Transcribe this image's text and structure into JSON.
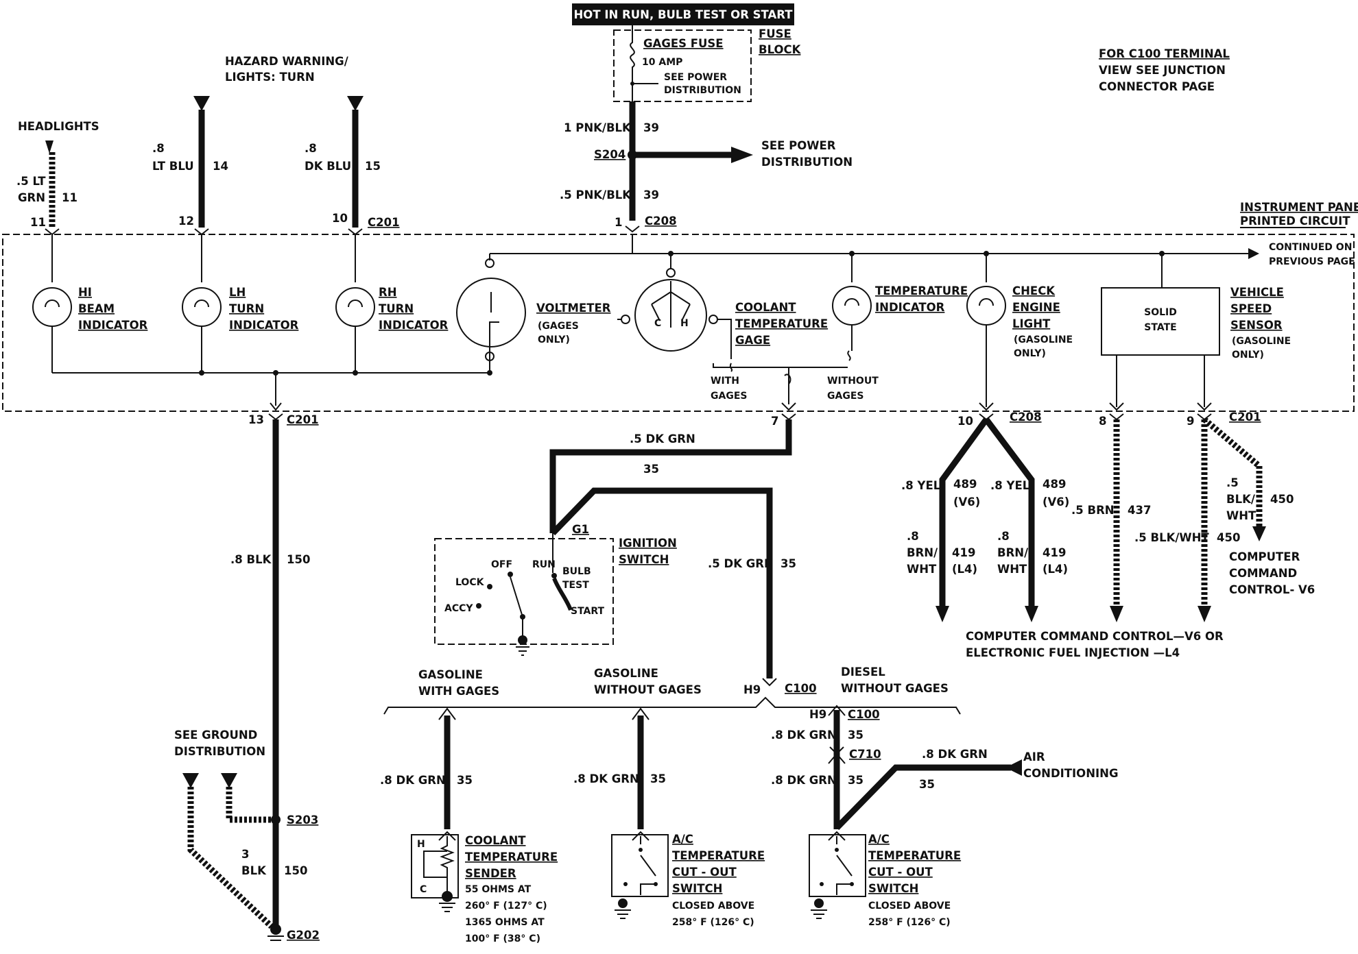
{
  "top": {
    "source_box": "HOT IN RUN, BULB TEST OR START",
    "fuse_name": "GAGES FUSE",
    "fuse_amp": "10 AMP",
    "fuse_note_1": "SEE POWER",
    "fuse_note_2": "DISTRIBUTION",
    "fuse_block_1": "FUSE",
    "fuse_block_2": "BLOCK",
    "c100_note_1": "FOR C100 TERMINAL",
    "c100_note_2": "VIEW SEE JUNCTION",
    "c100_note_3": "CONNECTOR PAGE"
  },
  "feed": {
    "wire1": "1 PNK/BLK",
    "wire1_circ": "39",
    "splice": "S204",
    "power_dist_1": "SEE POWER",
    "power_dist_2": "DISTRIBUTION",
    "wire2": ".5 PNK/BLK",
    "wire2_circ": "39",
    "pin": "1",
    "conn": "C208"
  },
  "inputs": {
    "headlights": {
      "title": "HEADLIGHTS",
      "wire_1": ".5 LT",
      "wire_2": "GRN",
      "circ": "11",
      "pin": "11"
    },
    "hazard_1": "HAZARD WARNING/",
    "hazard_2": "LIGHTS: TURN",
    "lt_blu": {
      "gauge": ".8",
      "color": "LT BLU",
      "circ": "14",
      "pin": "12"
    },
    "dk_blu": {
      "gauge": ".8",
      "color": "DK BLU",
      "circ": "15",
      "pin": "10",
      "conn": "C201"
    }
  },
  "panel": {
    "title_1": "INSTRUMENT PANEL",
    "title_2": "PRINTED CIRCUIT",
    "continued_1": "CONTINUED ON",
    "continued_2": "PREVIOUS PAGE",
    "hi_beam": [
      "HI",
      "BEAM",
      "INDICATOR"
    ],
    "lh_turn": [
      "LH",
      "TURN",
      "INDICATOR"
    ],
    "rh_turn": [
      "RH",
      "TURN",
      "INDICATOR"
    ],
    "voltmeter": "VOLTMETER",
    "voltmeter_note_1": "(GAGES",
    "voltmeter_note_2": "ONLY)",
    "coolant_gage": [
      "COOLANT",
      "TEMPERATURE",
      "GAGE"
    ],
    "gage_c": "C",
    "gage_h": "H",
    "temp_ind_1": "TEMPERATURE",
    "temp_ind_2": "INDICATOR",
    "check_engine": [
      "CHECK",
      "ENGINE",
      "LIGHT"
    ],
    "check_note_1": "(GASOLINE",
    "check_note_2": "ONLY)",
    "solid_1": "SOLID",
    "solid_2": "STATE",
    "vss": [
      "VEHICLE",
      "SPEED",
      "SENSOR"
    ],
    "vss_note_1": "(GASOLINE",
    "vss_note_2": "ONLY)",
    "with_gages_1": "WITH",
    "with_gages_2": "GAGES",
    "without_gages_1": "WITHOUT",
    "without_gages_2": "GAGES"
  },
  "bottom": {
    "pin13": "13",
    "c201_a": "C201",
    "blk_wire": ".8 BLK",
    "blk_circ": "150",
    "pin7": "7",
    "dk_grn_1": ".5 DK GRN",
    "circ35_a": "35",
    "g1": "G1",
    "ign_1": "IGNITION",
    "ign_2": "SWITCH",
    "off": "OFF",
    "run": "RUN",
    "lock": "LOCK",
    "bulb": "BULB",
    "test": "TEST",
    "accy": "ACCY",
    "start": "START",
    "dk_grn_2": ".5 DK GRN",
    "circ35_b": "35",
    "pin10": "10",
    "c208_b": "C208",
    "pin8": "8",
    "pin9": "9",
    "c201_b": "C201",
    "yel_a": ".8 YEL",
    "c489_a": "489",
    "v6_a": "(V6)",
    "yel_b": ".8 YEL",
    "c489_b": "489",
    "v6_b": "(V6)",
    "brn_a_1": ".8",
    "brn_a_2": "BRN/",
    "brn_a_3": "WHT",
    "c419_a": "419",
    "l4_a": "(L4)",
    "brn_b_1": ".8",
    "brn_b_2": "BRN/",
    "brn_b_3": "WHT",
    "c419_b": "419",
    "l4_b": "(L4)",
    "brn_5": ".5 BRN",
    "c437": "437",
    "blkwht": ".5 BLK/WHT",
    "c450_a": "450",
    "blkwht_b_1": ".5",
    "blkwht_b_2": "BLK/",
    "blkwht_b_3": "WHT",
    "c450_b": "450",
    "ccc_v6_1": "COMPUTER",
    "ccc_v6_2": "COMMAND",
    "ccc_v6_3": "CONTROL- V6",
    "ccc_1": "COMPUTER COMMAND CONTROL—V6 OR",
    "ccc_2": "ELECTRONIC FUEL INJECTION —L4",
    "ground_1": "SEE GROUND",
    "ground_2": "DISTRIBUTION",
    "s203": "S203",
    "blk3_1": "3",
    "blk3_2": "BLK",
    "circ150": "150",
    "g202": "G202",
    "gas_with_1": "GASOLINE",
    "gas_with_2": "WITH GAGES",
    "gas_without_1": "GASOLINE",
    "gas_without_2": "WITHOUT GAGES",
    "h9_a": "H9",
    "c100_a": "C100",
    "diesel_1": "DIESEL",
    "diesel_2": "WITHOUT GAGES",
    "h9_b": "H9",
    "c100_b": "C100",
    "dkgrn_c": ".8 DK GRN",
    "c35_c": "35",
    "c710": "C710",
    "dkgrn_d": ".8 DK GRN",
    "c35_d": "35",
    "ac_wire": ".8 DK GRN",
    "ac_circ": "35",
    "ac_1": "AIR",
    "ac_2": "CONDITIONING",
    "dkgrn_e": ".8 DK GRN",
    "c35_e": "35",
    "dkgrn_f": ".8 DK GRN",
    "c35_f": "35",
    "sender": [
      "COOLANT",
      "TEMPERATURE",
      "SENDER"
    ],
    "sender_h": "H",
    "sender_c": "C",
    "sender_spec": [
      "55 OHMS AT",
      "260° F (127° C)",
      "1365 OHMS AT",
      "100° F (38° C)"
    ],
    "ac_sw_a": [
      "A/C",
      "TEMPERATURE",
      "CUT - OUT",
      "SWITCH"
    ],
    "ac_sw_a_spec_1": "CLOSED ABOVE",
    "ac_sw_a_spec_2": "258° F (126° C)",
    "ac_sw_b": [
      "A/C",
      "TEMPERATURE",
      "CUT - OUT",
      "SWITCH"
    ],
    "ac_sw_b_spec_1": "CLOSED ABOVE",
    "ac_sw_b_spec_2": "258° F (126° C)"
  }
}
